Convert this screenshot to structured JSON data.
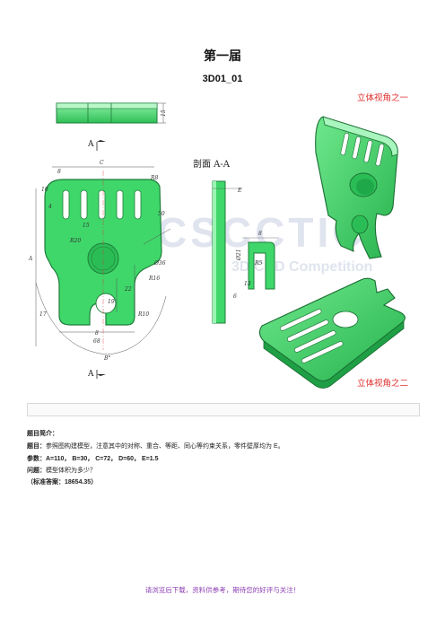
{
  "header": {
    "title": "第一届",
    "code": "3D01_01"
  },
  "views": {
    "iso_label_1": "立体视角之一",
    "iso_label_2": "立体视角之二",
    "section_label": "剖面 A-A",
    "section_marker": "A",
    "watermark": "CSCCTIC",
    "watermark_sub": "3D CAD Competition"
  },
  "dims": {
    "c": "C",
    "b": "B°",
    "a": "A",
    "d8": "8",
    "d10": "10",
    "d4": "4",
    "r8": "R8",
    "d50": "50",
    "r20": "R20",
    "d15": "15",
    "phi36": "Ø36",
    "r16": "R16",
    "d22": "22",
    "d19": "19",
    "d17": "17",
    "d68": "68",
    "r10": "R10",
    "phi21": "Ø21",
    "r5": "R5",
    "d13": "13",
    "d6": "6",
    "de": "E"
  },
  "info": {
    "intro_label": "题目简介：",
    "problem_label": "题目：",
    "problem_text": "参照图构建模型，注意其中的对称、重合、等距、同心等约束关系，零件壁厚均为 E。",
    "params_label": "参数：",
    "params_text": "A=110， B=30， C=72， D=60， E=1.5",
    "question_label": "问题：",
    "question_text": "模型体积为多少？",
    "answer_label": "（标准答案：",
    "answer_value": "18654.35",
    "answer_close": "）"
  },
  "footer": {
    "text": "请浏览后下载，资料供参考，期待您的好评与关注！"
  },
  "colors": {
    "part_green": "#3fd76a",
    "part_dark": "#1e7d3a",
    "accent_red": "#e03030",
    "footer_purple": "#8c3fb3"
  }
}
